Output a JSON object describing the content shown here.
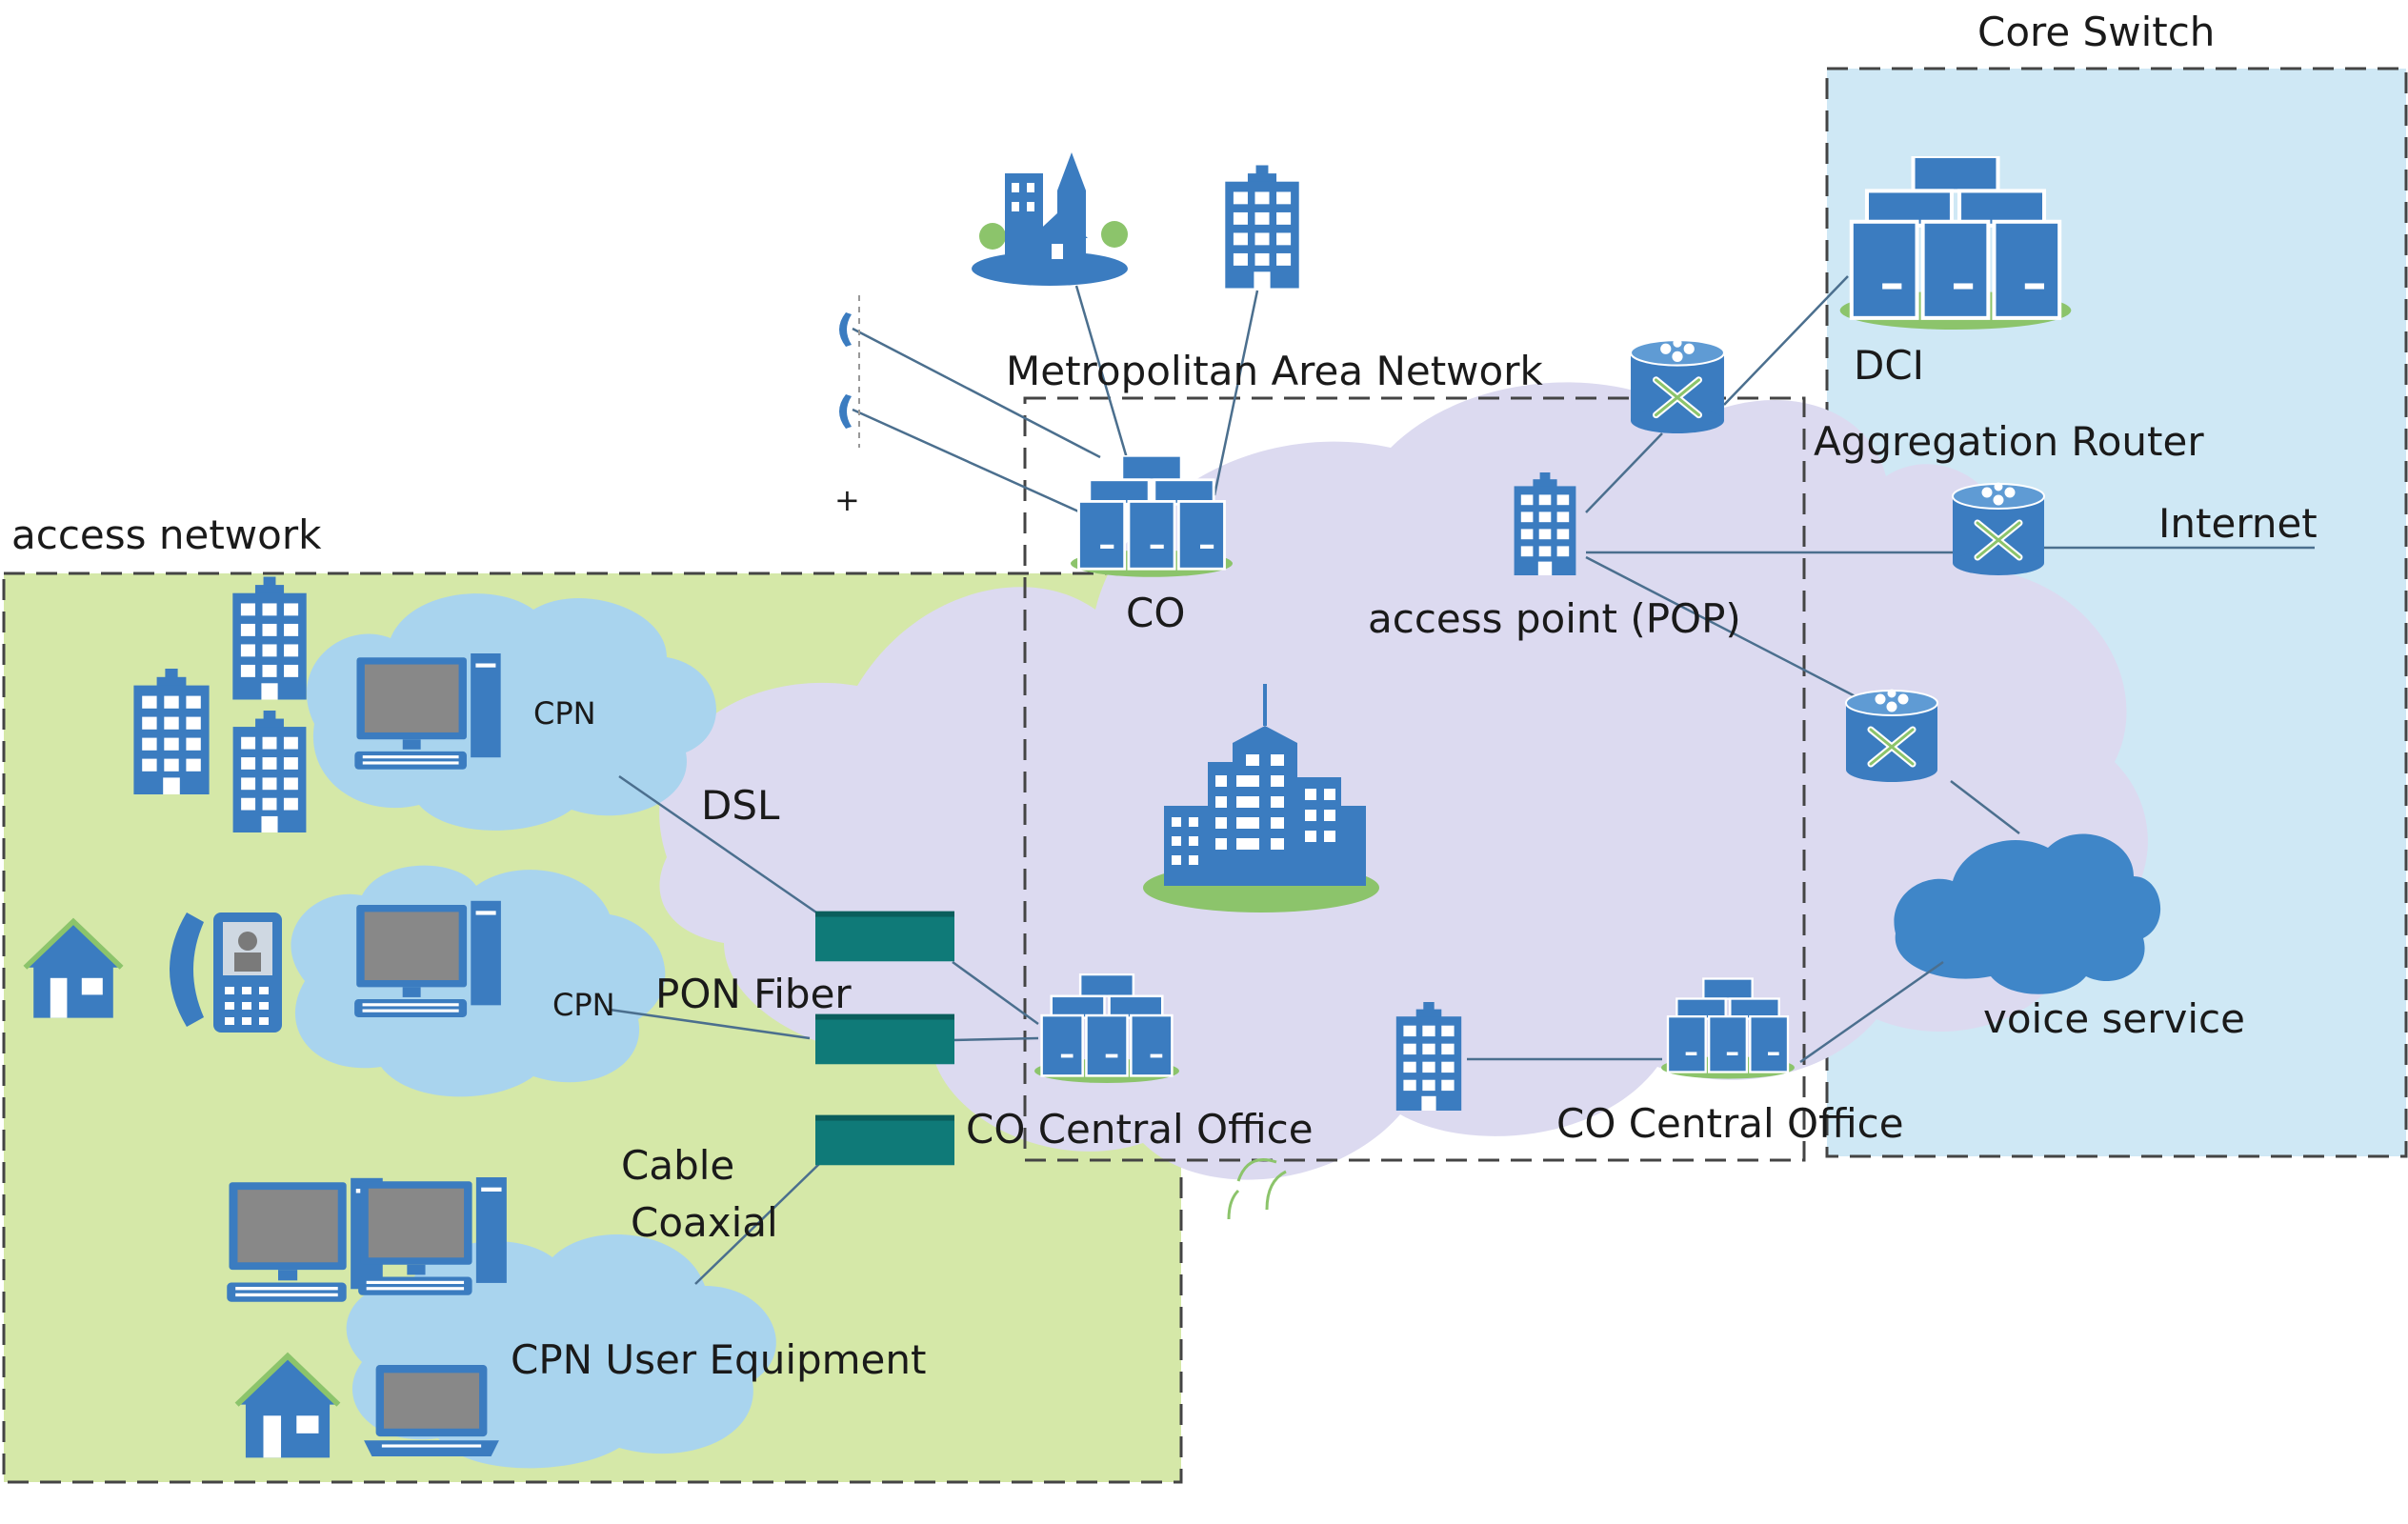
{
  "regions": {
    "access_network": "access network",
    "core_switch": "Core Switch",
    "metro": "Metropolitan Area Network"
  },
  "labels": {
    "cpn_top": "CPN",
    "cpn_mid": "CPN",
    "cpn_user_equipment": "CPN User Equipment",
    "dsl": "DSL",
    "pon_fiber": "PON Fiber",
    "cable": "Cable",
    "coaxial": "Coaxial",
    "co": "CO",
    "co_central_office_left": "CO Central Office",
    "co_central_office_right": "CO Central Office",
    "access_point": "access point (POP)",
    "dci": "DCI",
    "aggregation_router": "Aggregation Router",
    "internet": "Internet",
    "voice_service": "voice service",
    "plus": "+"
  },
  "colors": {
    "access_bg": "#d5e8a8",
    "core_bg": "#cfe8f5",
    "metro_cloud": "#dcdaf0",
    "cpn_cloud": "#a9d4ee",
    "icon_blue": "#3b7cc0",
    "icon_light": "#ffffff",
    "olt_teal": "#0f7a78",
    "ground_green": "#8cc46b",
    "line": "#4b6f8e",
    "voice_cloud": "#3f86c8"
  }
}
